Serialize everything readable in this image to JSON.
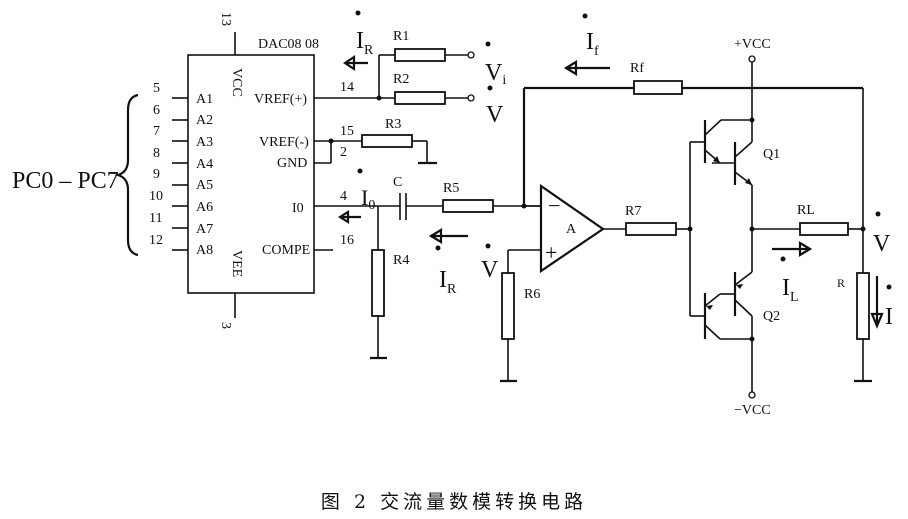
{
  "figure": {
    "caption": "图 2 交流量数模转换电路"
  },
  "bus": {
    "label": "PC0 – PC7"
  },
  "dac": {
    "name": "DAC08 08",
    "vcc_label": "VCC",
    "vee_label": "VEE",
    "vcc_pin": "13",
    "vee_pin": "3",
    "inputs": [
      {
        "pin": "5",
        "label": "A1"
      },
      {
        "pin": "6",
        "label": "A2"
      },
      {
        "pin": "7",
        "label": "A3"
      },
      {
        "pin": "8",
        "label": "A4"
      },
      {
        "pin": "9",
        "label": "A5"
      },
      {
        "pin": "10",
        "label": "A6"
      },
      {
        "pin": "11",
        "label": "A7"
      },
      {
        "pin": "12",
        "label": "A8"
      }
    ],
    "right_pins": [
      {
        "pin": "14",
        "label": "VREF(+)"
      },
      {
        "pin": "15",
        "label": "VREF(-)"
      },
      {
        "pin": "2",
        "label": "GND"
      },
      {
        "pin": "4",
        "label": "I0"
      },
      {
        "pin": "16",
        "label": "COMPE"
      }
    ]
  },
  "components": {
    "r1": "R1",
    "r2": "R2",
    "r3": "R3",
    "r4": "R4",
    "r5": "R5",
    "r6": "R6",
    "r7": "R7",
    "rf": "Rf",
    "rl": "RL",
    "r": "R",
    "c": "C",
    "opamp": "A",
    "q1": "Q1",
    "q2": "Q2",
    "opamp_minus": "−",
    "opamp_plus": "+"
  },
  "supplies": {
    "pos": "+VCC",
    "neg": "−VCC"
  },
  "signals": {
    "ir_top": {
      "main": "I",
      "sub": "R"
    },
    "vi": {
      "main": "V",
      "sub": "i"
    },
    "v_ref": {
      "main": "V",
      "sub": ""
    },
    "io": {
      "main": "I",
      "sub": "0"
    },
    "ir_bottom": {
      "main": "I",
      "sub": "R"
    },
    "v_plus": {
      "main": "V",
      "sub": ""
    },
    "if": {
      "main": "I",
      "sub": "f"
    },
    "il": {
      "main": "I",
      "sub": "L"
    },
    "v_out": {
      "main": "V",
      "sub": ""
    },
    "i_out": {
      "main": "I",
      "sub": ""
    }
  }
}
